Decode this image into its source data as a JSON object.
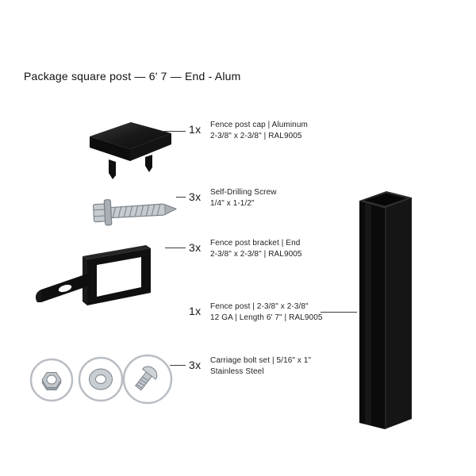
{
  "page": {
    "title": "Package square post — 6' 7 — End - Alum"
  },
  "items": [
    {
      "icon": "fence-post-cap",
      "qty": "1x",
      "line1": "Fence post cap | Aluminum",
      "line2": "2-3/8\" x 2-3/8\" | RAL9005"
    },
    {
      "icon": "self-drilling-screw",
      "qty": "3x",
      "line1": "Self-Drilling Screw",
      "line2": "1/4\" x 1-1/2\""
    },
    {
      "icon": "fence-post-bracket",
      "qty": "3x",
      "line1": "Fence post bracket | End",
      "line2": "2-3/8\" x 2-3/8\" | RAL9005"
    },
    {
      "icon": "fence-post",
      "qty": "1x",
      "line1": "Fence post | 2-3/8\" x 2-3/8\"",
      "line2": "12 GA | Length 6' 7\" | RAL9005"
    },
    {
      "icon": "carriage-bolt-set",
      "qty": "3x",
      "line1": "Carriage bolt set | 5/16\" x 1\"",
      "line2": "Stainless Steel"
    }
  ],
  "colors": {
    "ink": "#1a1a1a",
    "post_black": "#0d0d0d",
    "metal_gray": "#c6cbd0",
    "leader": "#3c3c3c"
  }
}
